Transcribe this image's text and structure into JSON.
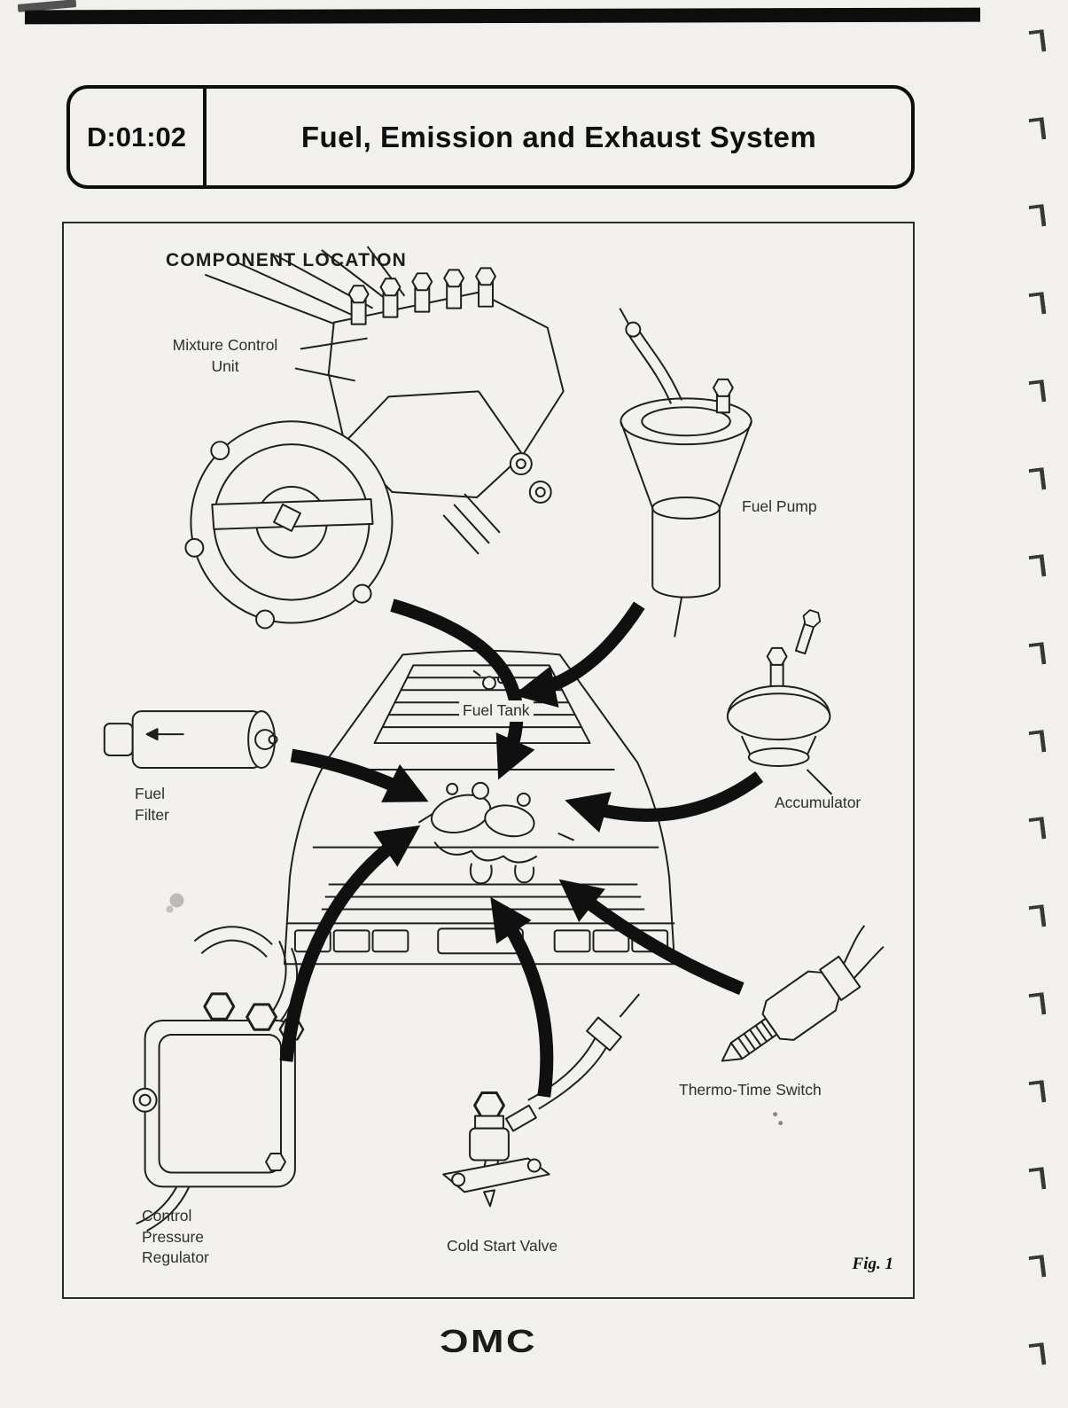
{
  "header": {
    "section_code": "D:01:02",
    "title": "Fuel, Emission and Exhaust System"
  },
  "figure": {
    "heading": "COMPONENT LOCATION",
    "caption": "Fig. 1",
    "labels": {
      "mixture_control_unit": "Mixture Control\nUnit",
      "fuel_pump": "Fuel Pump",
      "fuel_tank": "Fuel Tank",
      "fuel_filter": "Fuel\nFilter",
      "accumulator": "Accumulator",
      "control_pressure_regulator": "Control\nPressure\nRegulator",
      "cold_start_valve": "Cold Start Valve",
      "thermo_time_switch": "Thermo-Time Switch"
    }
  },
  "footer": {
    "logo": "ƆMC"
  }
}
